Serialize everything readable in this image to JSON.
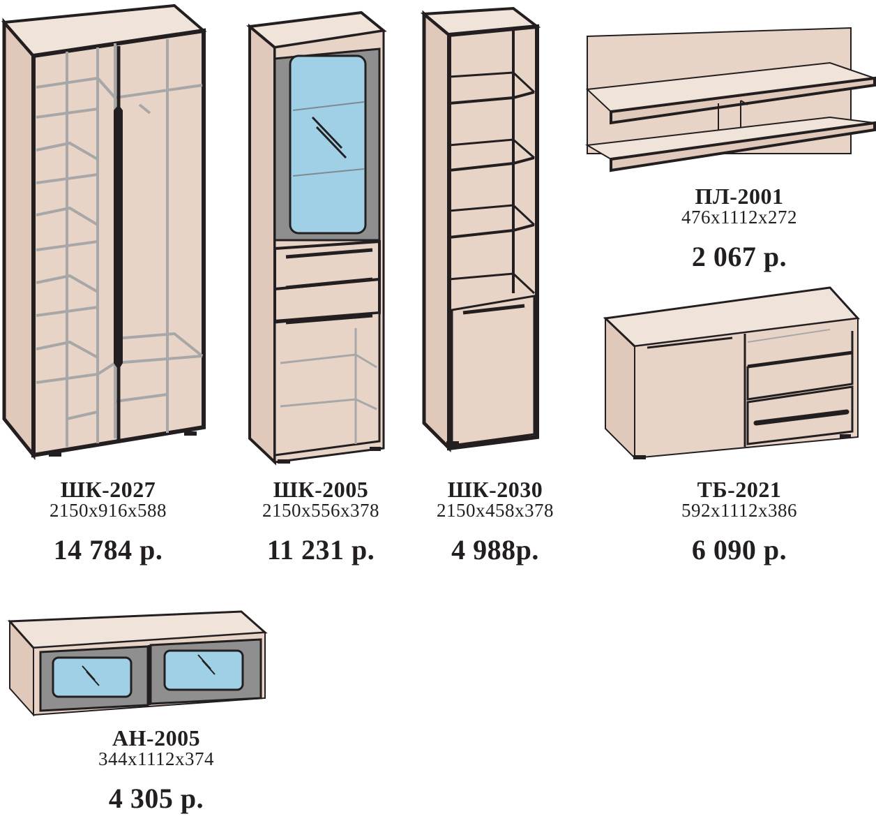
{
  "colors": {
    "body": "#e7d4c7",
    "top": "#f0e4da",
    "side": "#e0c9ba",
    "edge": "#231f20",
    "interior_line": "#a7a7a7",
    "glass": "#9fd0e6",
    "glass_frame": "#8f8f8f"
  },
  "products": [
    {
      "id": "shk2027",
      "name": "ШК-2027",
      "dims": "2150x916x588",
      "price": "14 784 р."
    },
    {
      "id": "shk2005",
      "name": "ШК-2005",
      "dims": "2150x556x378",
      "price": "11 231 р."
    },
    {
      "id": "shk2030",
      "name": "ШК-2030",
      "dims": "2150x458x378",
      "price": "4 988р."
    },
    {
      "id": "pl2001",
      "name": "ПЛ-2001",
      "dims": "476x1112x272",
      "price": "2 067 р."
    },
    {
      "id": "tb2021",
      "name": "ТБ-2021",
      "dims": "592x1112x386",
      "price": "6 090 р."
    },
    {
      "id": "an2005",
      "name": "АН-2005",
      "dims": "344x1112x374",
      "price": "4 305 р."
    }
  ]
}
